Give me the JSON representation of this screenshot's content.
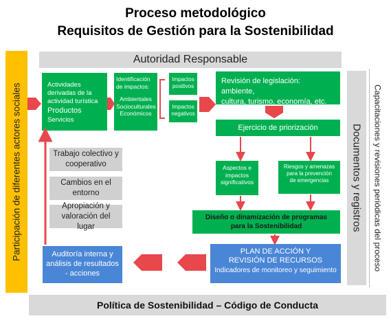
{
  "title": {
    "line1": "Proceso metodológico",
    "line2": "Requisitos de Gestión para la Sostenibilidad"
  },
  "bands": {
    "top": "Autoridad Responsable",
    "bottom": "Política de Sostenibilidad – Código de Conducta",
    "left": "Participación de diferentes actores sociales",
    "right_inner": "Documentos y registros",
    "right_outer": "Capacitaciones y revisiones periódicas del proceso"
  },
  "boxes": {
    "actividades": "Actividades\nderivadas de la\nactividad turística",
    "productos": "Productos",
    "servicios": "Servicios",
    "identificacion": "Identificación\nde impactos:",
    "ambientales": "Ambientales\nSocioculturales\nEconómicos",
    "impactos_positivos": "Impactos\npositivos",
    "impactos_negativos": "Impactos\nnegativos",
    "revision_legislacion": "Revisión de legislación: ambiente,\ncultura, turismo, economía, etc.",
    "ejercicio_priorizacion": "Ejercicio de priorización",
    "aspectos": "Aspectos e\nimpactos\nsignificativos",
    "riesgos": "Riesgos y amenazas\npara la prevención\nde emergencias",
    "diseno": "Diseño o dinamización de programas\npara la Sostenibilidad",
    "plan_accion": "PLAN DE ACCIÓN Y\nREVISIÓN DE RECURSOS",
    "indicadores": "Indicadores de monitoreo y seguimiento",
    "auditoria": "Auditoría interna y\nanálisis de resultados\n- acciones",
    "trabajo": "Trabajo colectivo y\ncooperativo",
    "cambios": "Cambios en el\nentorno",
    "apropiacion": "Apropiación y\nvaloración del lugar"
  },
  "colors": {
    "green": "#00b050",
    "blue": "#4a86d6",
    "arrow_red": "#e8474c",
    "yellow": "#ffc000",
    "gray_band": "#d9d9d9",
    "gray_box": "#d0d0d0"
  }
}
